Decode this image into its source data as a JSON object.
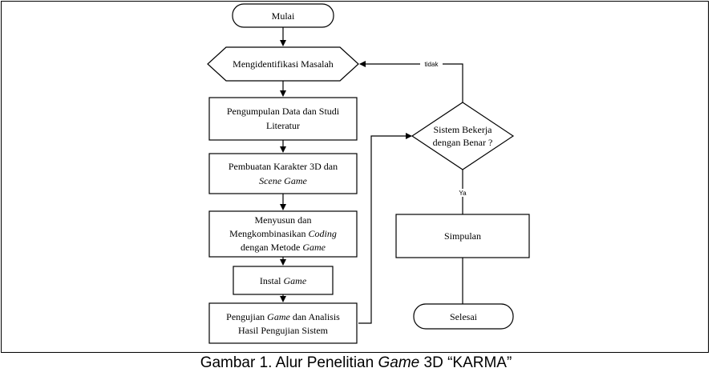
{
  "flowchart": {
    "start": "Mulai",
    "identify": "Mengidentifikasi Masalah",
    "collect": [
      "Pengumpulan Data dan Studi",
      "Literatur"
    ],
    "create": {
      "line1": "Pembuatan Karakter 3D dan",
      "line2_it": "Scene Game"
    },
    "compose": {
      "line1": "Menyusun dan",
      "line2": "Mengkombinasikan ",
      "line2_it": "Coding",
      "line3": "dengan Metode ",
      "line3_it": "Game"
    },
    "install": {
      "text": "Instal ",
      "text_it": "Game"
    },
    "test": {
      "line1a": "Pengujian ",
      "line1_it": "Game",
      "line1b": " dan Analisis",
      "line2": "Hasil Pengujian Sistem"
    },
    "decision": [
      "Sistem Bekerja",
      "dengan Benar ?"
    ],
    "no_label": "tidak",
    "yes_label": "Ya",
    "conclusion": "Simpulan",
    "end": "Selesai"
  },
  "caption": {
    "prefix": "Gambar 1. Alur Penelitian ",
    "italic": "Game",
    "suffix": " 3D “KARMA”"
  }
}
